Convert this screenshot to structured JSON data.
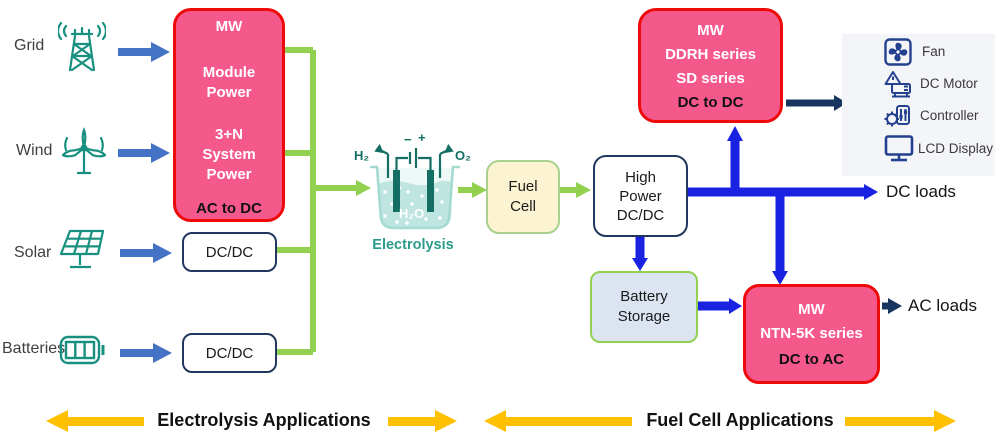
{
  "sources": {
    "grid": "Grid",
    "wind": "Wind",
    "solar": "Solar",
    "batteries": "Batteries"
  },
  "rectifier": {
    "title": "MW",
    "group1": [
      "Module",
      "Power"
    ],
    "group2": [
      "3+N",
      "System",
      "Power"
    ],
    "mode": "AC to DC"
  },
  "dcdc": {
    "solar": "DC/DC",
    "batteries": "DC/DC"
  },
  "electrolysis": {
    "h2": "H₂",
    "o2": "O₂",
    "minus": "−",
    "plus": "+",
    "h2o": "H₂O",
    "caption": "Electrolysis"
  },
  "fuel_cell": {
    "lines": [
      "Fuel",
      "Cell"
    ]
  },
  "high_power": {
    "lines": [
      "High",
      "Power",
      "DC/DC"
    ]
  },
  "battery_storage": {
    "lines": [
      "Battery",
      "Storage"
    ]
  },
  "dc_converter": {
    "title": "MW",
    "series1": "DDRH series",
    "series2": "SD series",
    "mode": "DC to DC"
  },
  "inverter": {
    "title": "MW",
    "series": "NTN-5K series",
    "mode": "DC to AC"
  },
  "loads": {
    "items": [
      {
        "label": "Fan"
      },
      {
        "label": "DC Motor"
      },
      {
        "label": "Controller"
      },
      {
        "label": "LCD Display"
      }
    ],
    "dc_label": "DC loads",
    "ac_label": "AC loads"
  },
  "footer": {
    "left": "Electrolysis Applications",
    "right": "Fuel Cell Applications"
  },
  "colors": {
    "pink": "#F5598B",
    "red_border": "#EE0A0A",
    "green": "#92D050",
    "vivid_blue": "#1A22E2",
    "arrow_blue": "#4472C4",
    "navy": "#17355E",
    "teal": "#18907F",
    "yellow": "#FFC000"
  }
}
